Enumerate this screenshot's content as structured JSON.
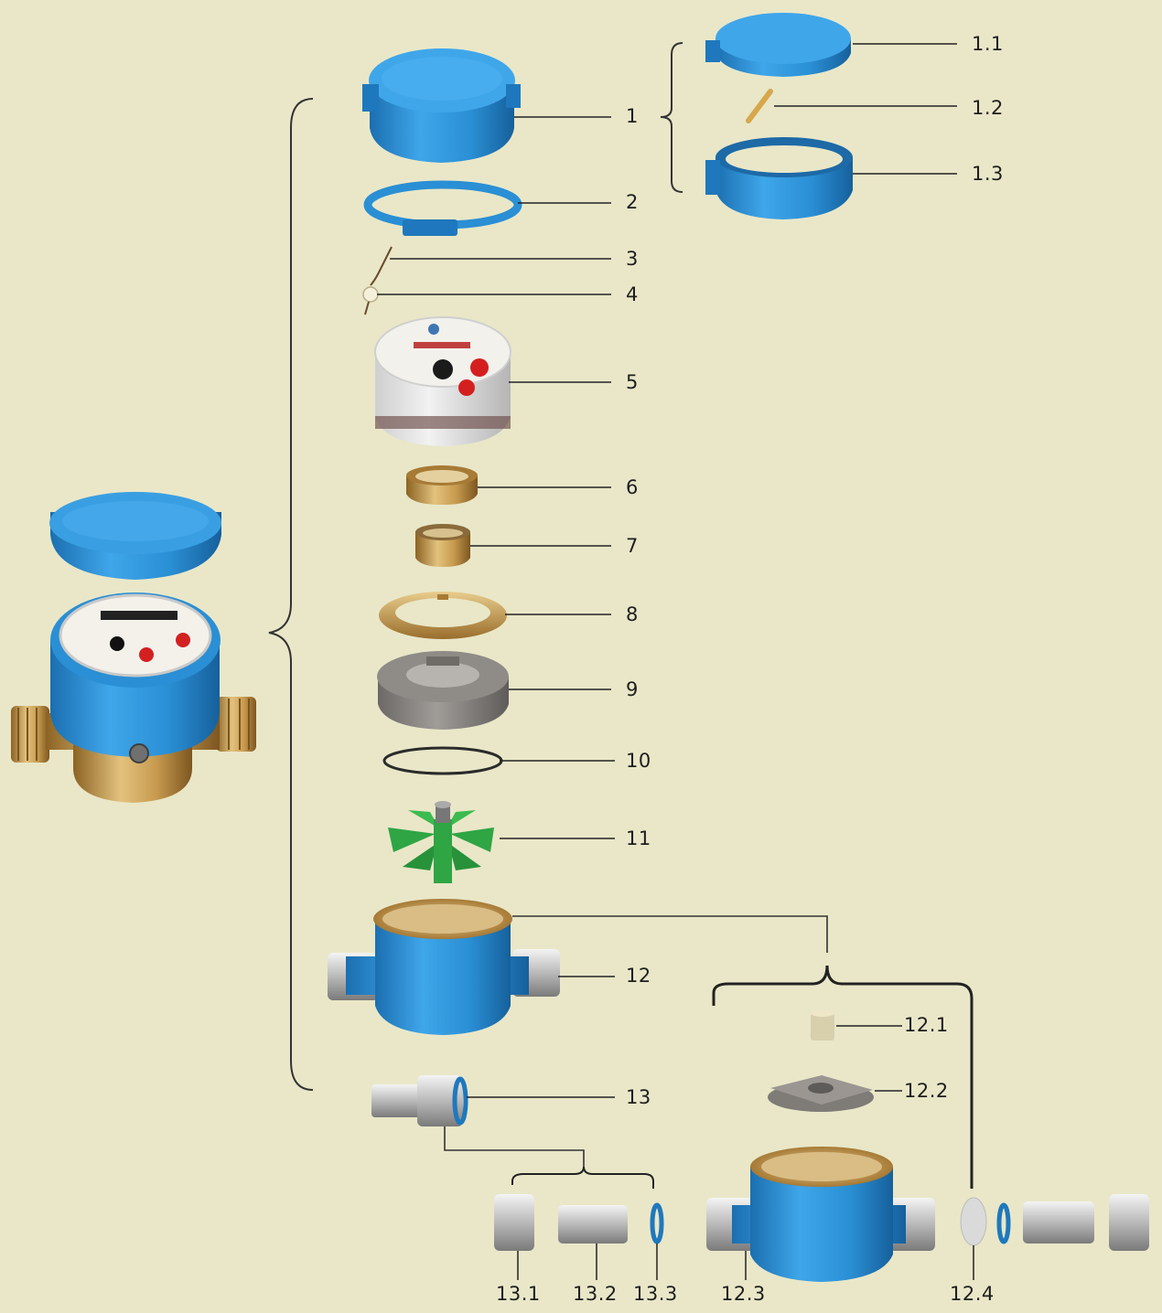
{
  "diagram": {
    "colors": {
      "background": "#e9e7c8",
      "blue_plastic": "#2a8fd4",
      "brass": "#c79a4e",
      "grey_plastic": "#8a8784",
      "impeller_green": "#35b04a",
      "leader_line": "#222222"
    },
    "labels": {
      "p1": "1",
      "p1_1": "1.1",
      "p1_2": "1.2",
      "p1_3": "1.3",
      "p2": "2",
      "p3": "3",
      "p4": "4",
      "p5": "5",
      "p6": "6",
      "p7": "7",
      "p8": "8",
      "p9": "9",
      "p10": "10",
      "p11": "11",
      "p12": "12",
      "p12_1": "12.1",
      "p12_2": "12.2",
      "p12_3": "12.3",
      "p12_4": "12.4",
      "p13": "13",
      "p13_1": "13.1",
      "p13_2": "13.2",
      "p13_3": "13.3"
    }
  }
}
